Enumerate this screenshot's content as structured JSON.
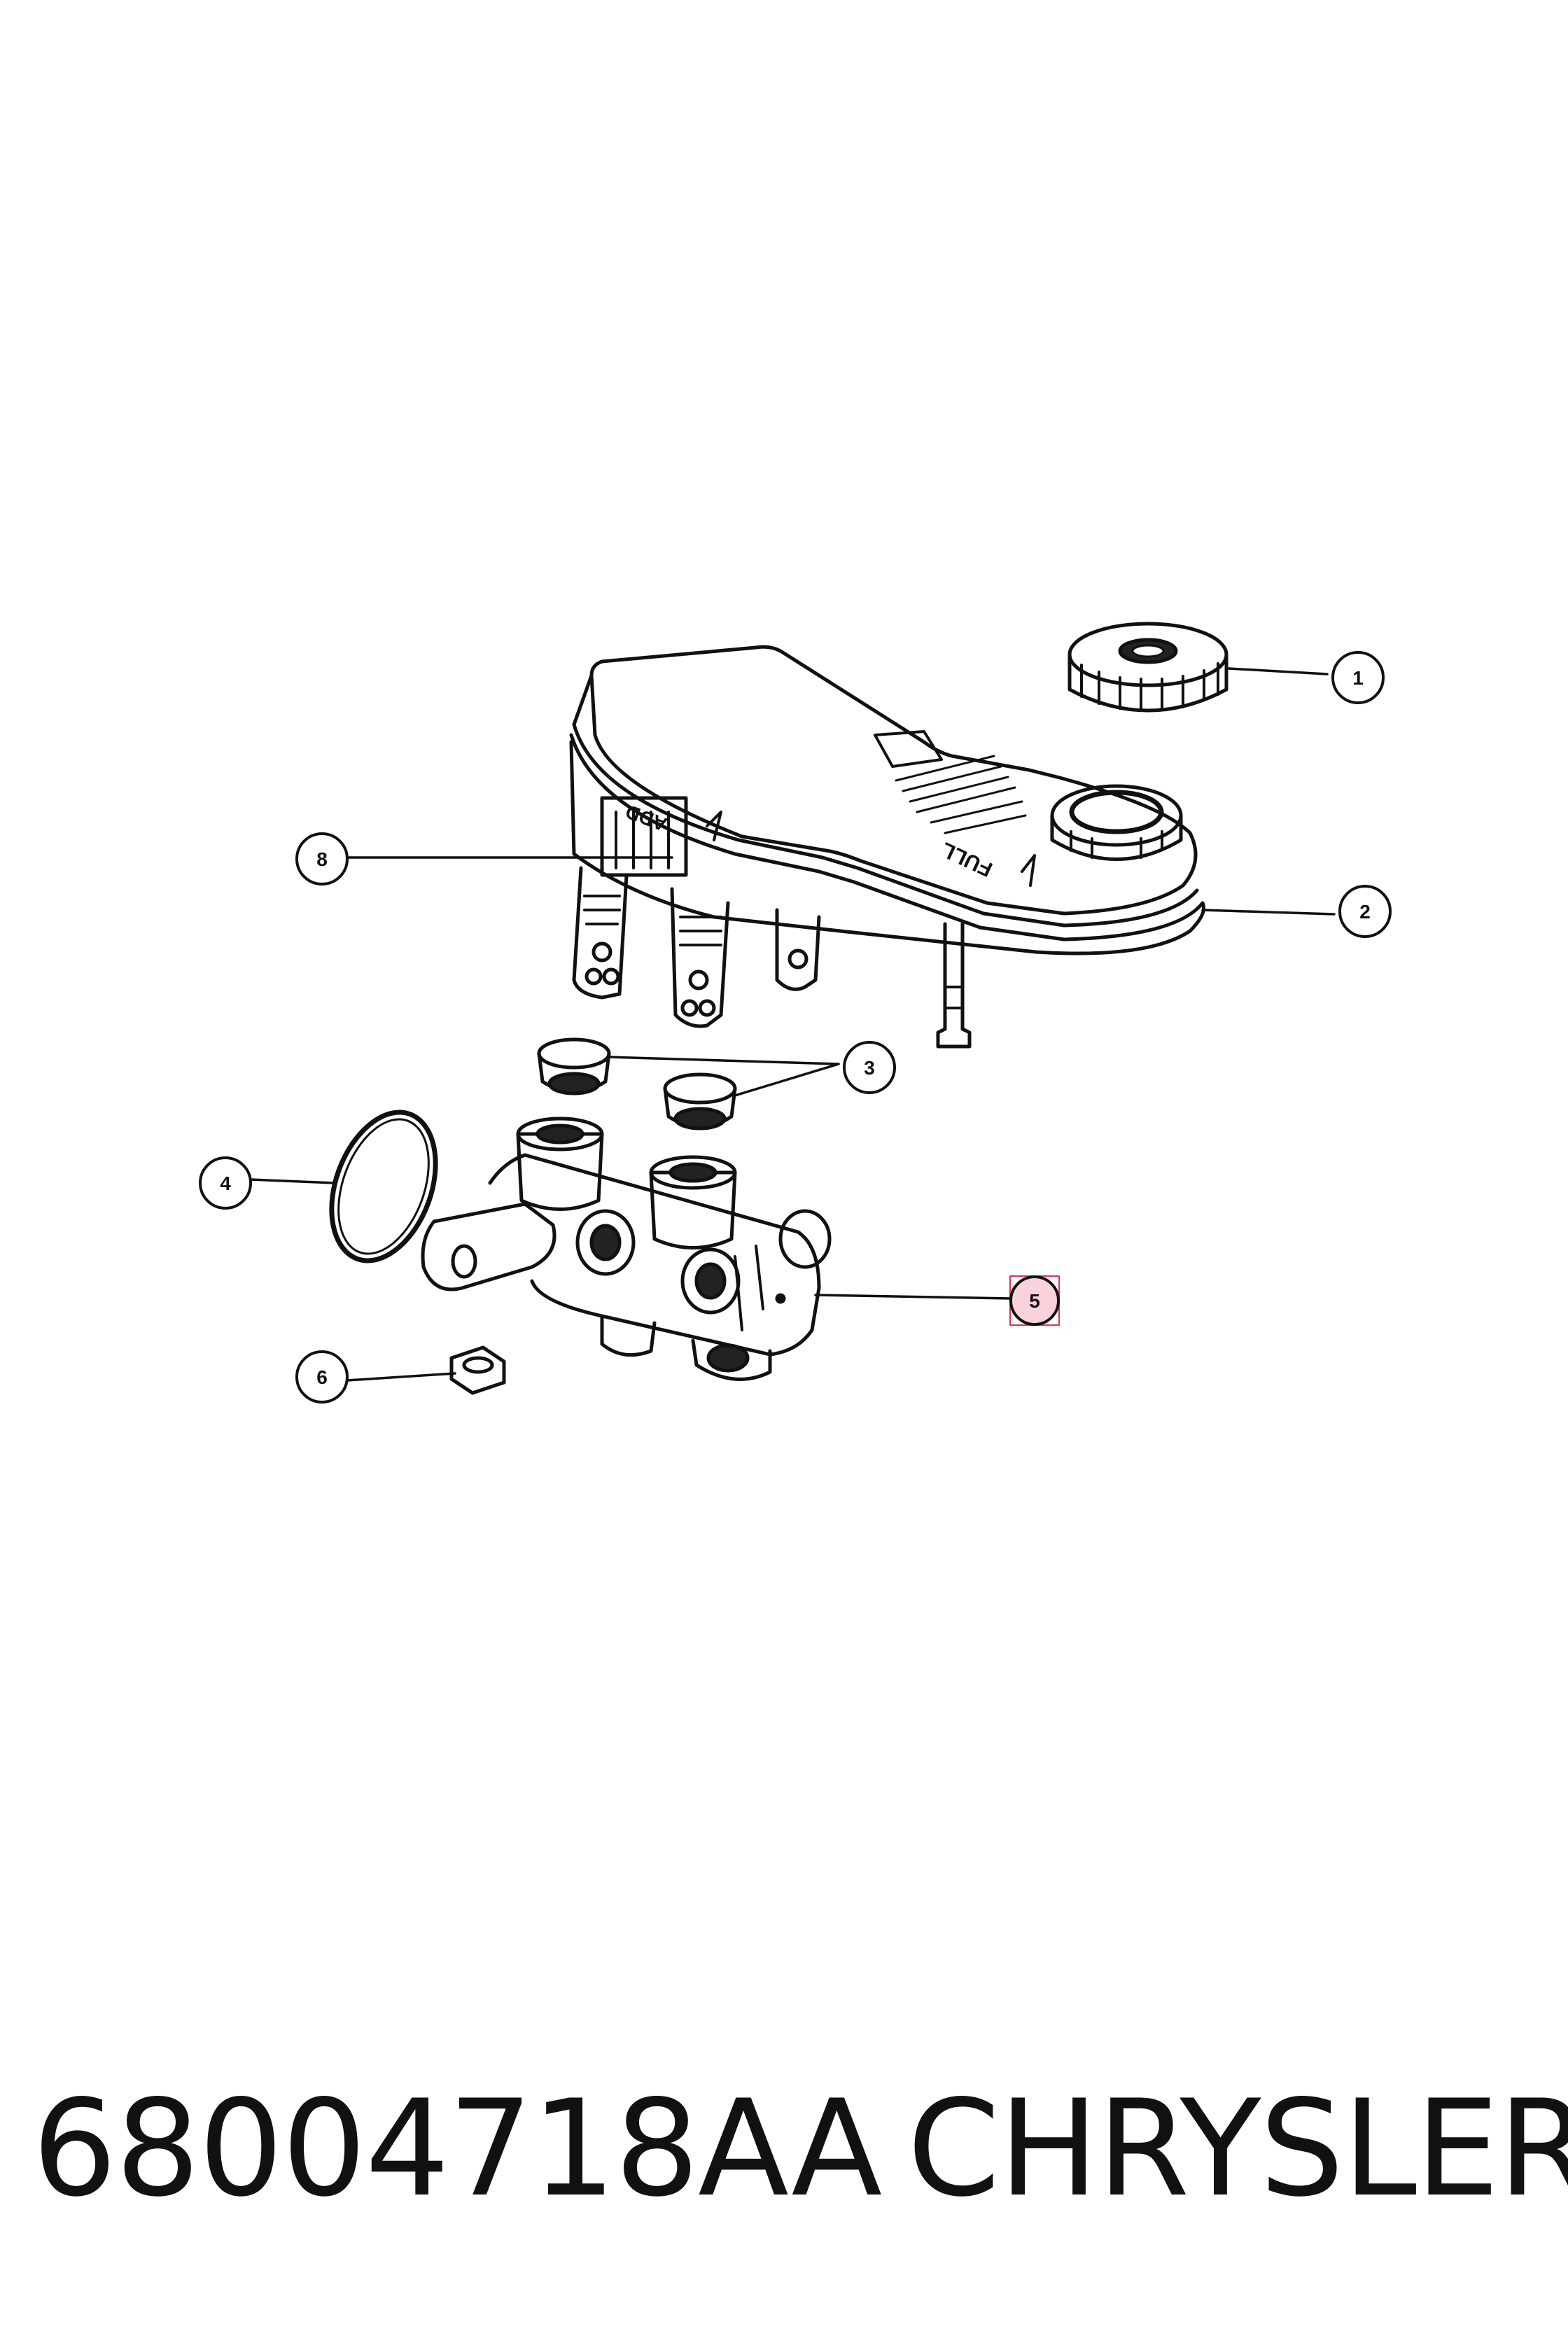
{
  "footer": {
    "part_number": "68004718AA",
    "brand": "CHRYSLER"
  },
  "callouts": [
    {
      "id": "1",
      "label": "1"
    },
    {
      "id": "2",
      "label": "2"
    },
    {
      "id": "3",
      "label": "3"
    },
    {
      "id": "4",
      "label": "4"
    },
    {
      "id": "5",
      "label": "5",
      "highlighted": true
    },
    {
      "id": "6",
      "label": "6"
    },
    {
      "id": "8",
      "label": "8"
    }
  ],
  "reservoir_markings": {
    "add": "ADD",
    "full": "FULL"
  },
  "colors": {
    "line": "#111111",
    "highlight_fill": "#f8d3dc",
    "highlight_border": "#d9364f"
  }
}
